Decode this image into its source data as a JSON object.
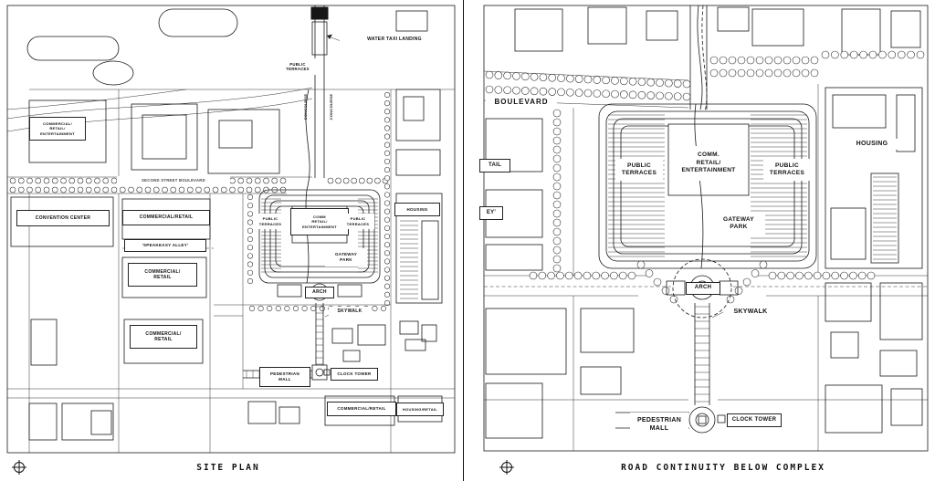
{
  "page": {
    "background": "#ffffff",
    "ink": "#1a1a1a"
  },
  "left": {
    "caption": "SITE PLAN",
    "labels": {
      "water_taxi": "WATER TAXI LANDING",
      "public_terraces_top": "PUBLIC\nTERRACES",
      "concourse_a": "CONCOURSE",
      "concourse_b": "CONCOURSE",
      "commercial_retail_ent_nw": "COMMERCIAL/\nRETAIL/\nENTERTAINMENT",
      "second_street_boulevard": "SECOND STREET BOULEVARD",
      "convention_center": "CONVENTION CENTER",
      "commercial_retail_1": "COMMERCIAL/RETAIL",
      "speakeasy_alley": "'SPEAKEASY ALLEY'",
      "commercial_retail_2": "COMMERCIAL/\nRETAIL",
      "public_terraces_left": "PUBLIC\nTERRACES",
      "comm_retail_ent": "COMM\nRETAIL/\nENTERTAINMENT",
      "public_terraces_right": "PUBLIC\nTERRACES",
      "housing": "HOUSING",
      "gateway_park": "GATEWAY\nPARK",
      "arch": "ARCH",
      "skywalk": "SKYWALK",
      "commercial_retail_3": "COMMERCIAL/\nRETAIL",
      "pedestrian_mall": "PEDESTRIAN\nMALL",
      "clock_tower": "CLOCK TOWER",
      "commercial_retail_4": "COMMERCIAL/RETAIL",
      "housing_retail": "HOUSING/RETAIL"
    }
  },
  "right": {
    "caption": "ROAD CONTINUITY BELOW COMPLEX",
    "labels": {
      "boulevard": "BOULEVARD",
      "retail_partial": "TAIL",
      "alley_partial": "EY'",
      "public_terraces_left": "PUBLIC\nTERRACES",
      "comm_retail_ent": "COMM.\nRETAIL/\nENTERTAINMENT",
      "public_terraces_right": "PUBLIC\nTERRACES",
      "housing": "HOUSING",
      "gateway_park": "GATEWAY\nPARK",
      "arch": "ARCH",
      "skywalk": "SKYWALK",
      "pedestrian_mall": "PEDESTRIAN\nMALL",
      "clock_tower": "CLOCK TOWER"
    }
  }
}
